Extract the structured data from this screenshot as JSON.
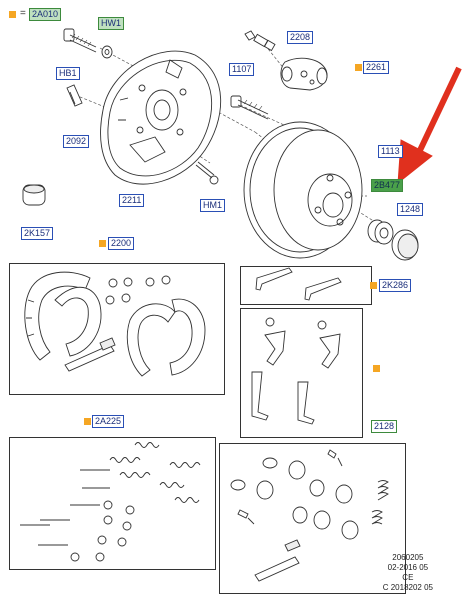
{
  "labels": {
    "l_2A010": "2A010",
    "l_HW1": "HW1",
    "l_HB1": "HB1",
    "l_2092": "2092",
    "l_2211": "2211",
    "l_HM1": "HM1",
    "l_1107": "1107",
    "l_2208": "2208",
    "l_2261": "2261",
    "l_1113": "1113",
    "l_2B477": "2B477",
    "l_1248": "1248",
    "l_2K157": "2K157",
    "l_2200": "2200",
    "l_2K286": "2K286",
    "l_2A225": "2A225",
    "l_2128": "2128"
  },
  "equals_sign": "=",
  "footer": {
    "line1": "2060205",
    "line2": "02-2016 05",
    "line3": "CE",
    "line4": "C 2018202 05"
  },
  "colors": {
    "label_border_blue": "#2a4fb5",
    "label_border_green": "#3d8a3d",
    "label_fill_green": "#4aa04a",
    "marker_orange": "#f5a623",
    "arrow_red": "#e0301e"
  }
}
